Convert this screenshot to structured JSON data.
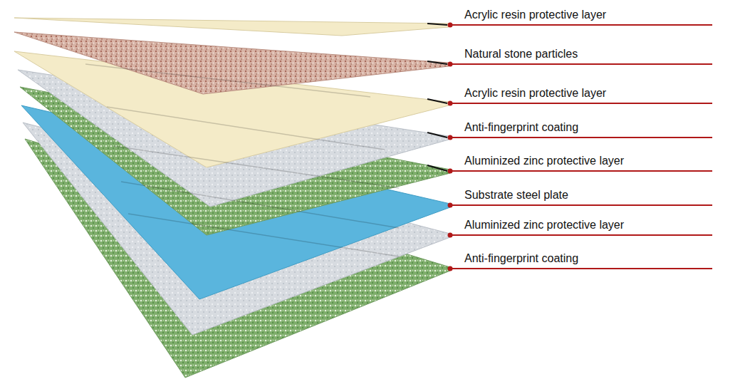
{
  "diagram": {
    "labels": [
      "Acrylic resin protective layer",
      "Natural stone particles",
      "Acrylic resin protective layer",
      "Anti-fingerprint coating",
      "Aluminized zinc protective layer",
      "Substrate steel plate",
      "Aluminized zinc protective layer",
      "Anti-fingerprint coating"
    ]
  }
}
